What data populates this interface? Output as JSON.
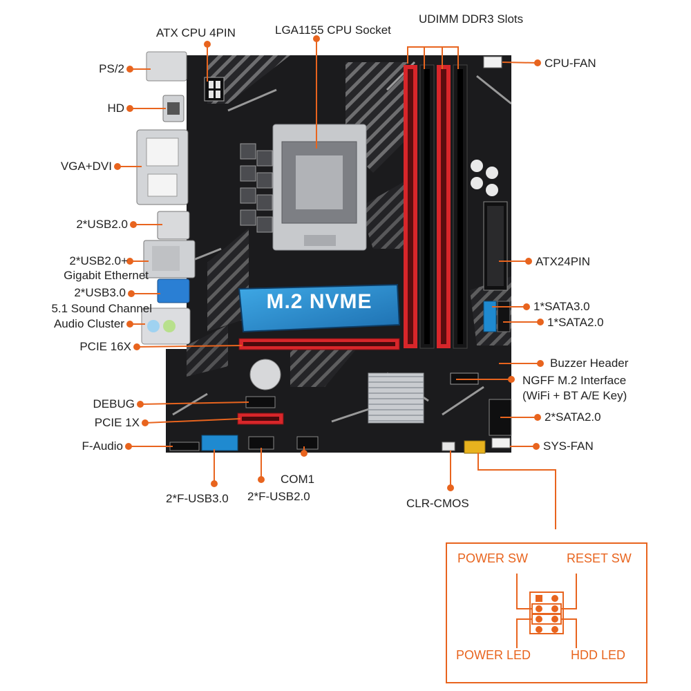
{
  "colors": {
    "accent": "#e8641e",
    "board": "#1b1b1d",
    "dimm_red": "#d8262a",
    "m2_blue": "#2c8fd0",
    "heatsink": "#bfc3c8"
  },
  "labels": {
    "atx_cpu_4pin": "ATX CPU 4PIN",
    "lga1155": "LGA1155 CPU Socket",
    "udimm": "UDIMM DDR3 Slots",
    "ps2": "PS/2",
    "hd": "HD",
    "vga_dvi": "VGA+DVI",
    "usb20_a": "2*USB2.0",
    "usb20_eth_1": "2*USB2.0+",
    "usb20_eth_2": "Gigabit Ethernet",
    "usb30": "2*USB3.0",
    "audio_1": "5.1 Sound Channel",
    "audio_2": "Audio Cluster",
    "pcie16": "PCIE 16X",
    "debug": "DEBUG",
    "pcie1": "PCIE 1X",
    "faudio": "F-Audio",
    "fusb30": "2*F-USB3.0",
    "fusb20": "2*F-USB2.0",
    "com1": "COM1",
    "clr_cmos": "CLR-CMOS",
    "cpu_fan": "CPU-FAN",
    "atx24": "ATX24PIN",
    "sata30": "1*SATA3.0",
    "sata20_1": "1*SATA2.0",
    "buzzer": "Buzzer Header",
    "ngff_1": "NGFF M.2 Interface",
    "ngff_2": "(WiFi + BT A/E Key)",
    "sata20_2": "2*SATA2.0",
    "sys_fan": "SYS-FAN",
    "m2_nvme": "M.2 NVME"
  },
  "panel": {
    "power_sw": "POWER SW",
    "reset_sw": "RESET SW",
    "power_led": "POWER LED",
    "hdd_led": "HDD  LED"
  }
}
